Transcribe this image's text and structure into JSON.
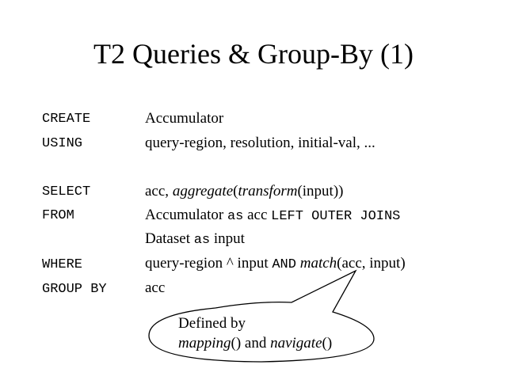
{
  "title": "T2 Queries & Group-By (1)",
  "rows": {
    "create": {
      "kw": "CREATE",
      "value": "Accumulator"
    },
    "using": {
      "kw": "USING",
      "value": "query-region, resolution, initial-val, ..."
    },
    "select": {
      "kw": "SELECT",
      "v1": "acc, ",
      "v2": "aggregate",
      "v3": "(",
      "v4": "transform",
      "v5": "(input))"
    },
    "from": {
      "kw": "FROM",
      "v1": "Accumulator ",
      "v2": "as",
      "v3": " acc ",
      "v4": "LEFT OUTER JOINS"
    },
    "from2": {
      "v1": "Dataset ",
      "v2": "as",
      "v3": " input"
    },
    "where": {
      "kw": "WHERE",
      "v1": "query-region ^ input ",
      "v2": "AND",
      "v3": " ",
      "v4": "match",
      "v5": "(acc, input)"
    },
    "groupby": {
      "kw": "GROUP BY",
      "value": "acc"
    }
  },
  "callout": {
    "line1": "Defined by",
    "l2a": "mapping",
    "l2b": "() and ",
    "l2c": "navigate",
    "l2d": "()"
  }
}
